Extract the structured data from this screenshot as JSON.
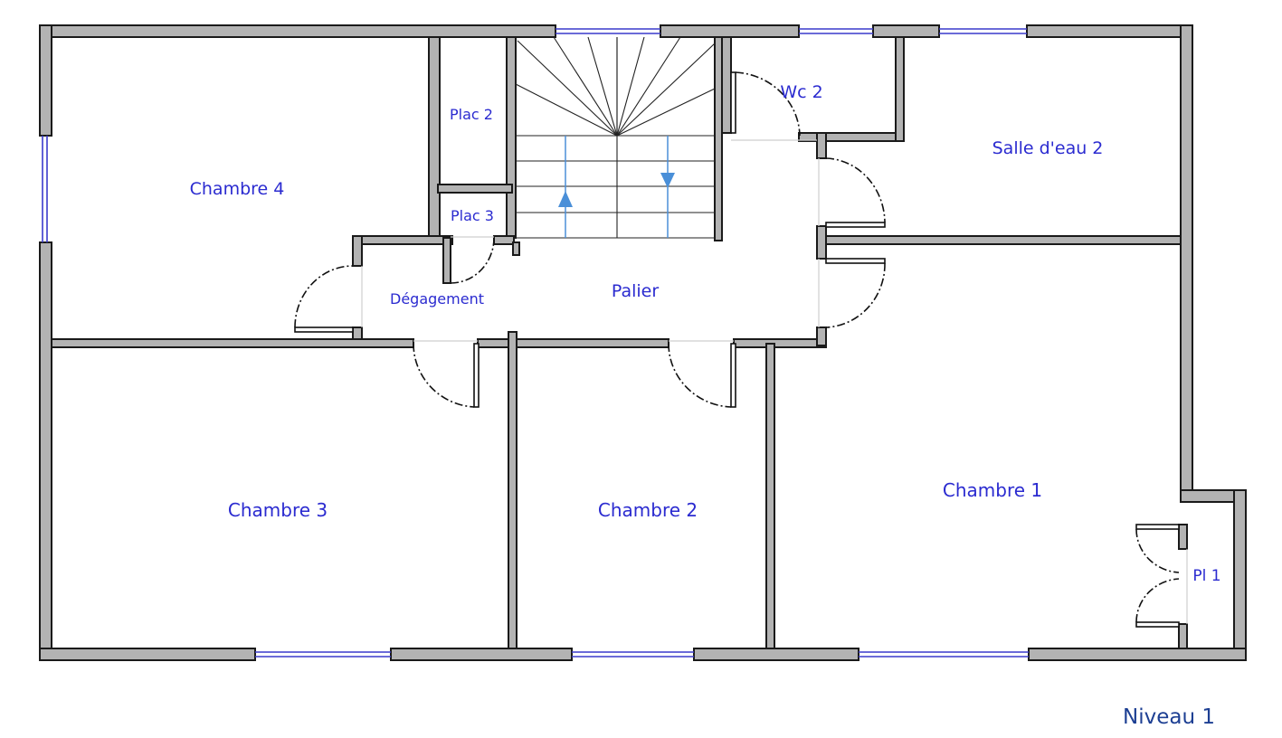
{
  "plan": {
    "level": "Niveau 1",
    "rooms": {
      "chambre4": "Chambre 4",
      "plac2": "Plac 2",
      "plac3": "Plac 3",
      "wc2": "Wc 2",
      "salle_deau2": "Salle d'eau 2",
      "degagement": "Dégagement",
      "palier": "Palier",
      "chambre3": "Chambre 3",
      "chambre2": "Chambre 2",
      "chambre1": "Chambre 1",
      "pl1": "Pl 1"
    }
  }
}
